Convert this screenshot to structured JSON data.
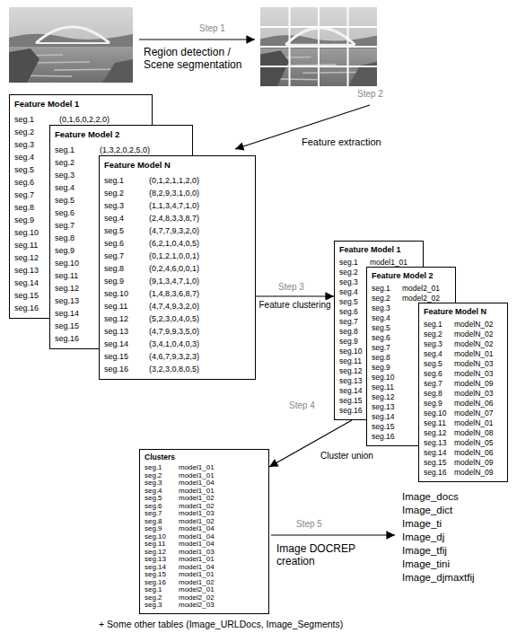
{
  "diagram": {
    "nodes": [
      {
        "text": [
          "Feature Model 1",
          "seg.1",
          "(0,1,6,0,2,2,0)",
          "seg.2",
          "seg.3",
          "seg.4",
          "seg.5",
          "seg.6",
          "seg.7",
          "seg.8",
          "seg.9",
          "seg.10",
          "seg.11",
          "seg.12",
          "seg.13",
          "seg.14",
          "seg.15",
          "seg.16"
        ]
      },
      {
        "text": [
          "Feature Model 2",
          "seg.1",
          "(1,3,2,0,2,5,0)",
          "seg.2",
          "seg.3",
          "seg.4",
          "seg.5",
          "seg.6",
          "seg.7",
          "seg.8",
          "seg.9",
          "seg.10",
          "seg.11",
          "seg.12",
          "seg.13",
          "seg.14",
          "seg.15",
          "seg.16"
        ]
      },
      {
        "text": [
          "Feature Model N",
          "seg.1",
          "(0,1,2,1,1,2,0)",
          "seg.2",
          "(8,2,9,3,1,0,0)",
          "seg.3",
          "(1,1,3,4,7,1,0)",
          "seg.4",
          "(2,4,8,3,3,8,7)",
          "seg.5",
          "(4,7,7,9,3,2,0)",
          "seg.6",
          "(6,2,1,0,4,0,5)",
          "seg.7",
          "(0,1,2,1,0,0,1)",
          "seg.8",
          "(0,2,4,6,0,0,1)",
          "seg.9",
          "(9,1,3,4,7,1,0)",
          "seg.10",
          "(1,4,8,3,6,8,7)",
          "seg.11",
          "(4,7,4,9,3,2,0)",
          "seg.12",
          "(5,2,3,0,4,0,5)",
          "seg.13",
          "(4,7,9,9,3,5,0)",
          "seg.14",
          "(3,4,1,0,4,0,3)",
          "seg.15",
          "(4,6,7,9,3,2,3)",
          "seg.16",
          "(3,2,3,0,8,0,5)"
        ]
      },
      {
        "text": [
          "Feature Model 1",
          "seg.1",
          "model1_01",
          "seg.2",
          "seg.3",
          "seg.4",
          "seg.5",
          "seg.6",
          "seg.7",
          "seg.8",
          "seg.9",
          "seg.10",
          "seg.11",
          "seg.12",
          "seg.13",
          "seg.14",
          "seg.15",
          "seg.16"
        ]
      },
      {
        "text": [
          "Feature Model 2",
          "seg.1",
          "model2_01",
          "seg.2",
          "model2_02",
          "seg.3",
          "seg.4",
          "seg.5",
          "seg.6",
          "seg.7",
          "seg.8",
          "seg.9",
          "seg.10",
          "seg.11",
          "seg.12",
          "seg.13",
          "seg.14",
          "seg.15",
          "seg.16"
        ]
      },
      {
        "text": [
          "Feature Model N",
          "seg.1",
          "modelN_02",
          "seg.2",
          "modelN_02",
          "seg.3",
          "modelN_02",
          "seg.4",
          "modelN_01",
          "seg.5",
          "modelN_03",
          "seg.6",
          "modelN_03",
          "seg.7",
          "modelN_09",
          "seg.8",
          "modelN_03",
          "seg.9",
          "modelN_06",
          "seg.10",
          "modelN_07",
          "seg.11",
          "modelN_01",
          "seg.12",
          "modelN_08",
          "seg.13",
          "modelN_05",
          "seg.14",
          "modelN_06",
          "seg.15",
          "modelN_09",
          "seg.16",
          "modelN_09"
        ]
      },
      {
        "text": [
          "Clusters",
          "seg.1",
          "model1_01",
          "seg.2",
          "model1_01",
          "seg.3",
          "model1_04",
          "seg.4",
          "model1_01",
          "seg.5",
          "model1_02",
          "seg.6",
          "model1_02",
          "seg.7",
          "model1_03",
          "seg.8",
          "model1_02",
          "seg.9",
          "model1_04",
          "seg.10",
          "model1_04",
          "seg.11",
          "model1_04",
          "seg.12",
          "model1_03",
          "seg.13",
          "model1_01",
          "seg.14",
          "model1_04",
          "seg.15",
          "model1_01",
          "seg.16",
          "model1_02",
          "seg.1",
          "model2_01",
          "seg.2",
          "model2_02",
          "seg.3",
          "model2_03"
        ]
      }
    ],
    "edges": [
      {
        "from": 2,
        "to": 3,
        "label": "Feature clustering",
        "arrow": "to"
      },
      {
        "from": 3,
        "to": 6,
        "label": "Cluster union",
        "arrow": "to"
      }
    ],
    "labels": [
      "Step 1",
      "Region detection / Scene segmentation",
      "Step 2",
      "Feature extraction",
      "Step 3",
      "Step 4",
      "Step 5",
      "Image DOCREP creation",
      "Image_docs",
      "Image_dict",
      "Image_ti",
      "Image_dj",
      "Image_tfij",
      "Image_tini",
      "Image_djmaxtfij",
      "+ Some other tables (Image_URLDocs, Image_Segments)"
    ]
  }
}
